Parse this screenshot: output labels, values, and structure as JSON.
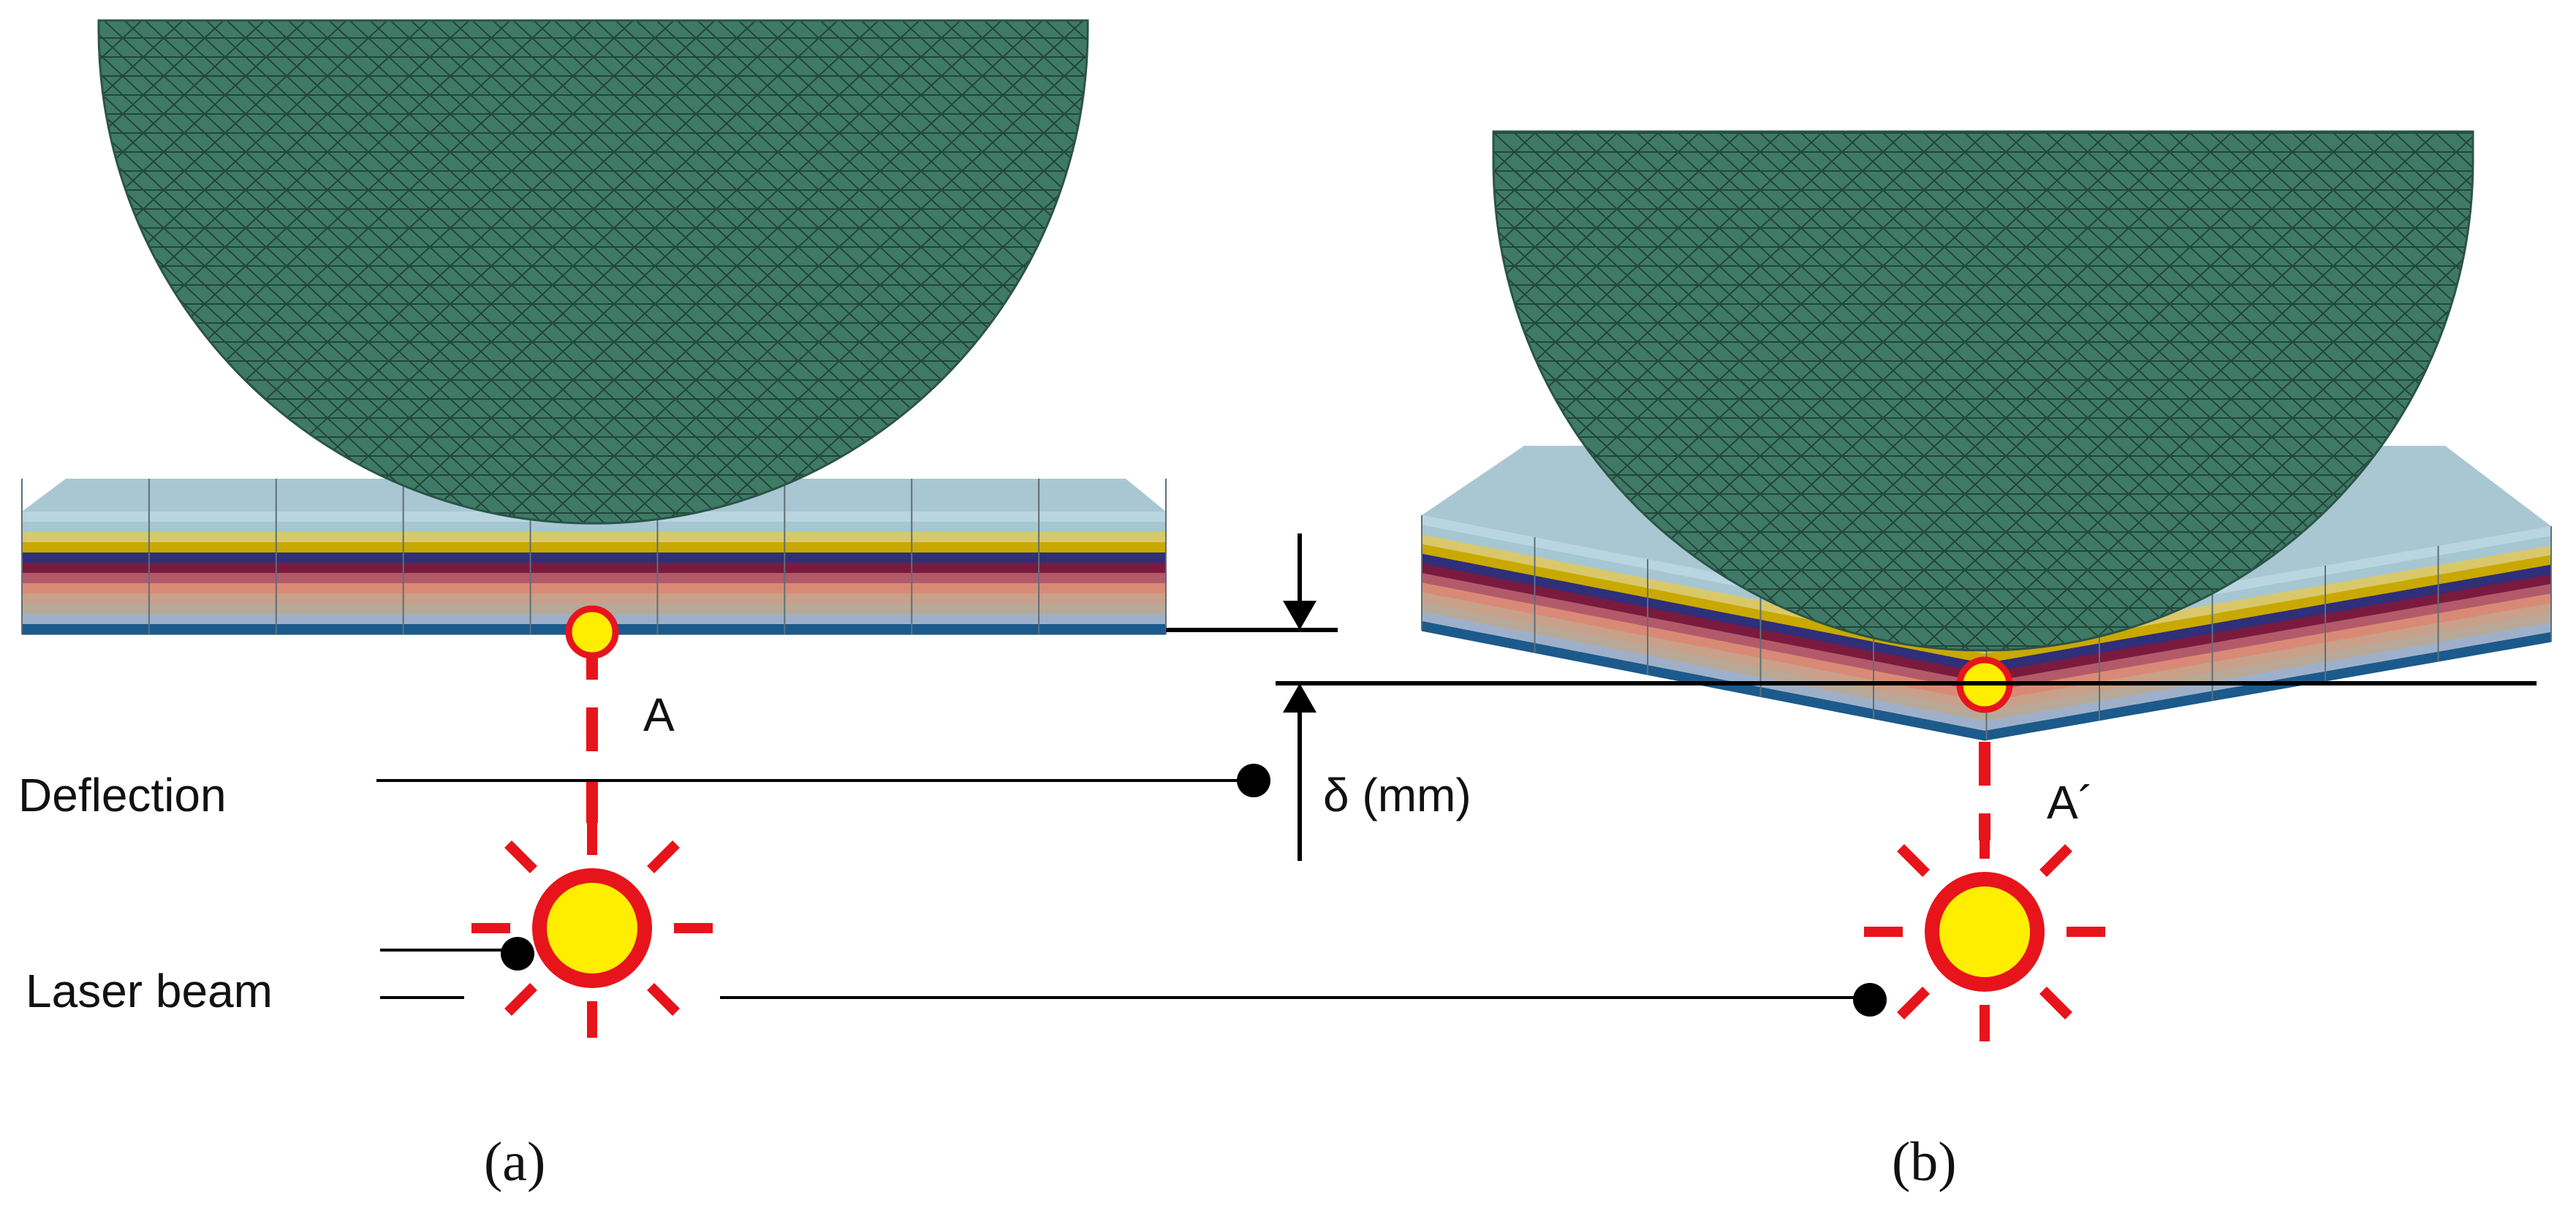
{
  "labels": {
    "point_a": "A",
    "point_a_prime": "A´",
    "deflection": "Deflection",
    "delta": "δ (mm)",
    "laser_beam": "Laser beam",
    "caption_a": "(a)",
    "caption_b": "(b)"
  },
  "colors": {
    "impactor": "#3f7a66",
    "mesh": "#1f3d33",
    "laser": "#e8141b",
    "laser_core": "#ffee00",
    "leader": "#000000"
  },
  "plate_layers": [
    "#b9d6e0",
    "#a6c6d2",
    "#d9c86a",
    "#c9a800",
    "#2f2f7a",
    "#7a1a3e",
    "#b35a6a",
    "#d98a76",
    "#c9a089",
    "#b8a897",
    "#9eb0c9",
    "#1c5a8c"
  ]
}
